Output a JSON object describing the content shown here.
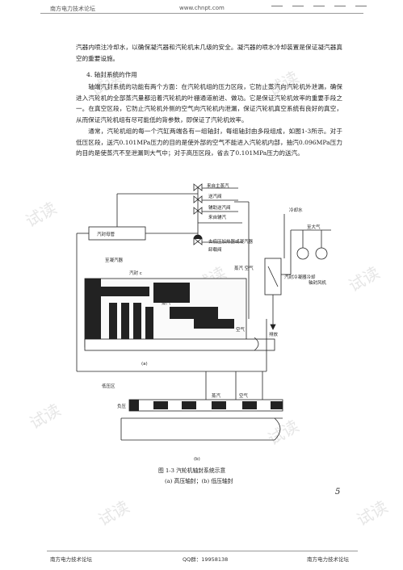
{
  "header": {
    "left": "南方电力技术论坛",
    "center": "www.chnpt.com"
  },
  "paragraphs": {
    "p1": "汽器内喷注冷却水，以确保凝汽器和汽轮机末几级的安全。凝汽器的喷水冷却装置是保证凝汽器真空的重要设施。",
    "section": "4. 轴封系统的作用",
    "p2": "轴端汽封系统的功能有两个方面：在汽轮机组的压力区段，它防止蒸汽向汽轮机外泄漏，确保进入汽轮机的全部蒸汽量都沿着汽轮机的叶栅通道前进、做功。它是保证汽轮机效率的重要手段之一。在真空区段，它防止汽轮机外侧的空气向汽轮机内泄漏，保证汽轮机真空系统有良好的真空，从而保证汽轮机组有尽可能低的背参数，即保证了汽轮机效率。",
    "p3": "通常，汽轮机组的每一个汽缸两端各有一组轴封，每组轴封由多段组成，如图1-3所示。对于低压区段，送汽0.101MPa压力的目的是使外部的空气不能进入汽轮机内部，抽汽0.096MPa压力的目的是使蒸汽不至泄漏到大气中；对于高压区段，省去了0.101MPa压力的送汽。"
  },
  "figure": {
    "labels": {
      "supply_valve": "送汽阀",
      "aux_supply": "来自主蒸汽",
      "aux_valve": "辅助送汽阀",
      "aux_steam": "来自辅汽",
      "header_box": "汽封母管",
      "unload_valve": "卸载阀",
      "to_heater": "去低压加热器或凝汽器",
      "to_condenser": "至凝汽器",
      "seal_c": "汽封 c",
      "steam_air": "蒸汽 空气",
      "cooling_water": "冷却水",
      "atmosphere": "至大气",
      "gland_cooler": "汽封冷凝器冷却",
      "gland_fan": "轴封风机",
      "drain": "排放",
      "steam": "蒸汽",
      "air": "空气",
      "sub_a": "(a)",
      "sub_b": "(b)",
      "lp_zone": "低压区",
      "vacuum": "负压",
      "steam2": "蒸汽",
      "air2": "空气"
    },
    "caption": "图 1-3  汽轮机轴封系统示意",
    "subcaption": "(a) 高压轴封；(b) 低压轴封"
  },
  "page_number": "5",
  "footer": {
    "left": "南方电力技术论坛",
    "center": "QQ群：19958138",
    "right": "南方电力技术论坛"
  },
  "watermark": "试读"
}
